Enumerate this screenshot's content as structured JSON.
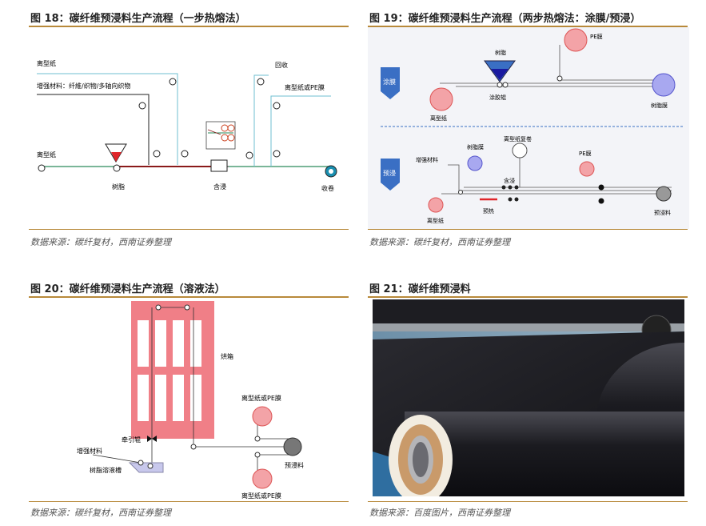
{
  "fig18": {
    "title": "图 18：碳纤维预浸料生产流程（一步热熔法）",
    "source": "数据来源：碳纤复材，西南证券整理",
    "labels": {
      "release_paper_top": "离型纸",
      "reinforcement": "增强材料：纤維/织物/多轴向织物",
      "release_paper_left": "离型纸",
      "resin": "树脂",
      "impregnate": "含浸",
      "recycle": "回收",
      "release_pe": "离型纸或PE膜",
      "winding": "收卷"
    }
  },
  "fig19": {
    "title": "图 19：碳纤维预浸料生产流程（两步热熔法：涂膜/预浸）",
    "source": "数据来源：碳纤复材，西南证券整理",
    "labels": {
      "coating_tag": "涂膜",
      "prepreg_tag": "预浸",
      "resin_top": "树脂",
      "pe_top": "PE膜",
      "release_paper_top": "离型纸",
      "coating_roller": "涂胶辊",
      "resin_film": "树脂膜",
      "reinforcement": "增强材料",
      "resin_mid": "树脂膜",
      "release_rewind": "离型纸复卷",
      "impregnate": "含浸",
      "pe_mid": "PE膜",
      "preheat": "预热",
      "release_paper_bottom": "离型纸",
      "prepreg": "预浸料"
    },
    "colors": {
      "tag": "#3a6fc4"
    }
  },
  "fig20": {
    "title": "图 20：碳纤维预浸料生产流程（溶液法）",
    "source": "数据来源：碳纤复材，西南证券整理",
    "labels": {
      "oven": "烘箱",
      "pull_roller": "牵引辊",
      "reinforcement": "增强材料",
      "resin_tank": "树脂溶液槽",
      "release_pe_top": "离型纸或PE膜",
      "prepreg": "预浸料",
      "release_pe_bottom": "离型纸或PE膜"
    }
  },
  "fig21": {
    "title": "图 21：碳纤维预浸料",
    "source": "数据来源：百度图片，西南证券整理"
  }
}
